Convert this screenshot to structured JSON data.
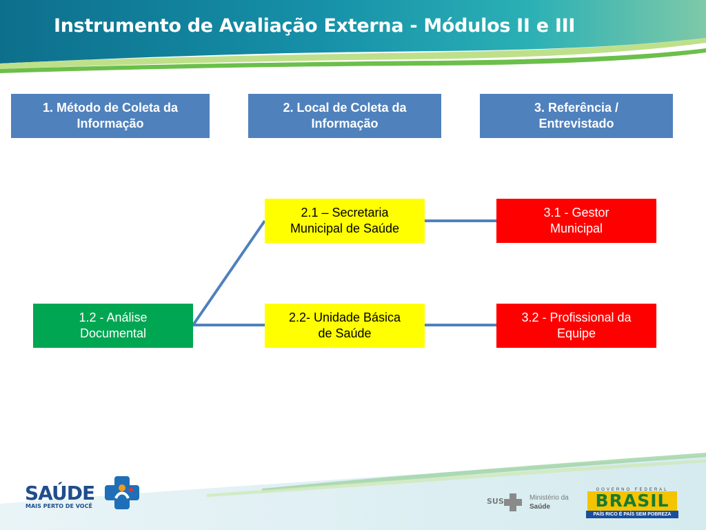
{
  "slide": {
    "title": "Instrumento de Avaliação Externa - Módulos II e III"
  },
  "headers": [
    {
      "line1": "1. Método de Coleta da",
      "line2": "Informação"
    },
    {
      "line1": "2. Local de Coleta da",
      "line2": "Informação"
    },
    {
      "line1": "3. Referência /",
      "line2": "Entrevistado"
    }
  ],
  "nodes": {
    "analise": {
      "line1": "1.2 - Análise",
      "line2": "Documental"
    },
    "secretaria": {
      "line1": "2.1 – Secretaria",
      "line2": "Municipal de Saúde"
    },
    "ubs": {
      "line1": "2.2- Unidade Básica",
      "line2": "de Saúde"
    },
    "gestor": {
      "line1": "3.1 - Gestor",
      "line2": "Municipal"
    },
    "profissional": {
      "line1": "3.2 -  Profissional da",
      "line2": "Equipe"
    }
  },
  "footer": {
    "saude_logo": "SAÚDE",
    "saude_tagline": "MAIS PERTO DE VOCÊ",
    "sus": "SUS",
    "ministerio": "Ministério da",
    "ministerio_saude": "Saúde",
    "governo": "GOVERNO FEDERAL",
    "brasil": "BRASIL",
    "brasil_slogan": "PAÍS RICO É PAÍS SEM POBREZA"
  },
  "colors": {
    "header_blue": "#4f81bd",
    "connector": "#4f81bd",
    "yellow": "#ffff00",
    "red": "#ff0000",
    "green": "#00a651"
  }
}
